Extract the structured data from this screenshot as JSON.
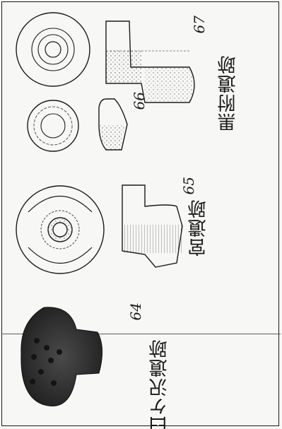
{
  "figure": {
    "sites": [
      {
        "label": "臼ケ沢遺跡",
        "items": [
          {
            "number": "64"
          }
        ]
      },
      {
        "label": "宮遺跡",
        "items": [
          {
            "number": "65"
          }
        ]
      },
      {
        "label": "黒附遺跡",
        "items": [
          {
            "number": "66"
          },
          {
            "number": "67"
          }
        ]
      }
    ]
  },
  "colors": {
    "line": "#1a1a1a",
    "photo_dark": "#2c2c2c",
    "background": "#f7f7f5"
  }
}
